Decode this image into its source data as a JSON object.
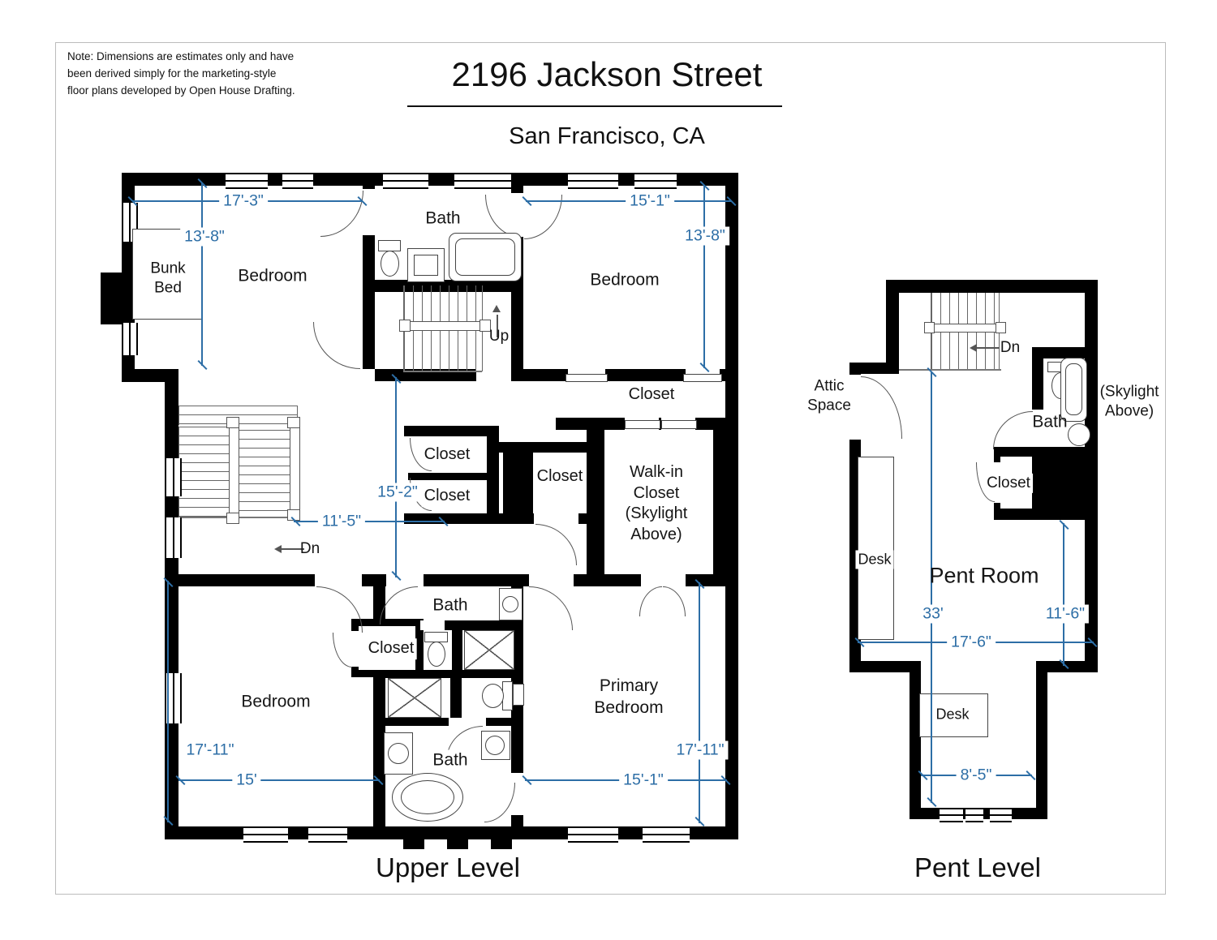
{
  "page": {
    "note": "Note: Dimensions are estimates only and have\nbeen derived simply for the marketing-style\nfloor plans developed by Open House Drafting.",
    "title": "2196 Jackson Street",
    "subtitle": "San Francisco, CA"
  },
  "colors": {
    "wall": "#000000",
    "dimension_blue": "#2d6ea6"
  },
  "upper_level": {
    "title": "Upper Level",
    "rooms": {
      "bedroom_top_left": "Bedroom",
      "bunk_bed": "Bunk\nBed",
      "bath_top": "Bath",
      "stairs_up": "Up",
      "bedroom_top_right": "Bedroom",
      "closet_right": "Closet",
      "closet_left_1": "Closet",
      "closet_left_2": "Closet",
      "closet_center": "Closet",
      "walk_in_closet": "Walk-in\nCloset\n(Skylight\nAbove)",
      "stairs_down": "Dn",
      "bedroom_bottom_left": "Bedroom",
      "closet_bottom": "Closet",
      "bath_middle": "Bath",
      "bath_bottom": "Bath",
      "primary_bedroom": "Primary\nBedroom"
    },
    "dimensions": {
      "top_left_width": "17'-3\"",
      "top_left_height": "13'-8\"",
      "top_right_width": "15'-1\"",
      "top_right_height": "13'-8\"",
      "hall_height": "15'-2\"",
      "hall_width": "11'-5\"",
      "bottom_left_height": "17'-11\"",
      "bottom_left_width": "15'",
      "primary_height": "17'-11\"",
      "primary_width": "15'-1\""
    }
  },
  "pent_level": {
    "title": "Pent Level",
    "rooms": {
      "stairs_down": "Dn",
      "attic_space": "Attic\nSpace",
      "bath": "Bath",
      "skylight_note": "(Skylight\nAbove)",
      "closet": "Closet",
      "desk_left": "Desk",
      "pent_room": "Pent Room",
      "desk_bottom": "Desk"
    },
    "dimensions": {
      "room_height": "33'",
      "right_height": "11'-6\"",
      "room_width": "17'-6\"",
      "bottom_width": "8'-5\""
    }
  }
}
